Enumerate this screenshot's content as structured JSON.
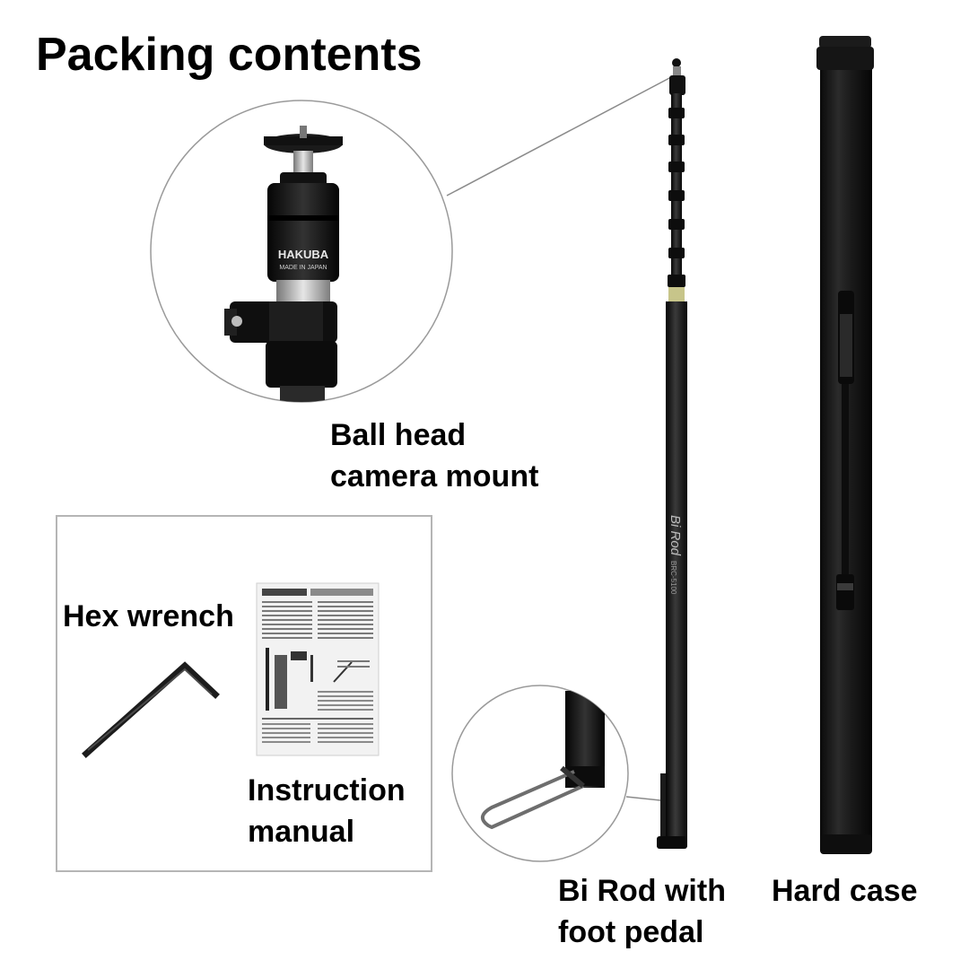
{
  "page": {
    "title": "Packing contents",
    "background": "#ffffff",
    "text_color": "#000000"
  },
  "items": {
    "ball_head": {
      "label_line1": "Ball head",
      "label_line2": "camera mount",
      "brand_text": "HAKUBA",
      "brand_subtext": "MADE IN JAPAN"
    },
    "hex_wrench": {
      "label": "Hex wrench"
    },
    "instruction_manual": {
      "label_line1": "Instruction",
      "label_line2": "manual"
    },
    "bi_rod": {
      "label_line1": "Bi Rod with",
      "label_line2": "foot pedal"
    },
    "hard_case": {
      "label": "Hard case"
    }
  },
  "colors": {
    "product_black": "#151515",
    "box_border": "#b5b5b5",
    "callout_line": "#8a8a8a"
  }
}
